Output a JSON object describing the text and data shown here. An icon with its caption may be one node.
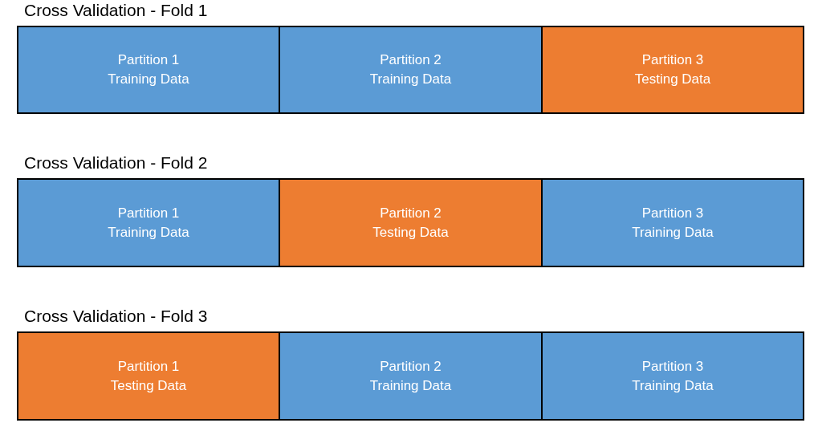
{
  "diagram": {
    "nodes": [
      {
        "text": [
          "Cross Validation - Fold 1"
        ]
      },
      {
        "text": [
          "Partition 1",
          "Training Data"
        ],
        "in": 0
      },
      {
        "text": [
          "Partition 2",
          "Training Data"
        ],
        "in": 0
      },
      {
        "text": [
          "Partition 3",
          "Testing Data"
        ],
        "in": 0
      },
      {
        "text": [
          "Cross Validation - Fold 2"
        ]
      },
      {
        "text": [
          "Partition 1",
          "Training Data"
        ],
        "in": 4
      },
      {
        "text": [
          "Partition 2",
          "Testing Data"
        ],
        "in": 4
      },
      {
        "text": [
          "Partition 3",
          "Training Data"
        ],
        "in": 4
      },
      {
        "text": [
          "Cross Validation - Fold 3"
        ]
      },
      {
        "text": [
          "Partition 1",
          "Testing Data"
        ],
        "in": 8
      },
      {
        "text": [
          "Partition 2",
          "Training Data"
        ],
        "in": 8
      },
      {
        "text": [
          "Partition 3",
          "Training Data"
        ],
        "in": 8
      }
    ]
  }
}
